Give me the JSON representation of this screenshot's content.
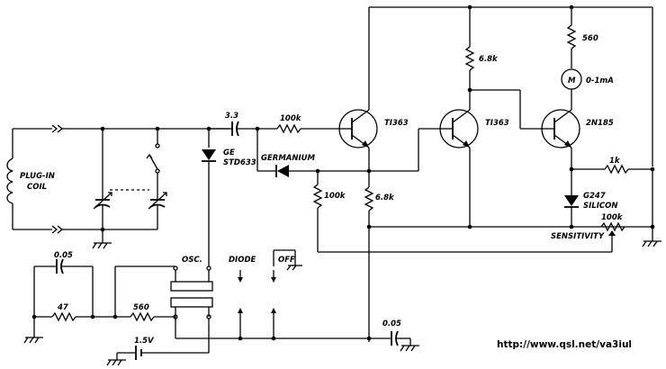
{
  "labels": {
    "coil": "PLUG-IN",
    "coil2": "COIL",
    "cap_main": "3.3",
    "res_input": "100k",
    "diode_top_1": "GE",
    "diode_top_2": "STD633",
    "germanium": "GERMANIUM",
    "res_100k_b": "100k",
    "res_68k_a": "6.8k",
    "res_68k_b": "6.8k",
    "res_560_top": "560",
    "meter_symbol": "M",
    "meter_range": "0-1mA",
    "q1": "TI363",
    "q2": "TI363",
    "q3": "2N185",
    "res_1k": "1k",
    "silicon_1": "G247",
    "silicon_2": "SILICON",
    "pot_value": "100k",
    "sensitivity": "SENSITIVITY",
    "cap_005_left": "0.05",
    "res_47": "47",
    "res_560_bottom": "560",
    "battery": "1.5V",
    "sw_osc": "OSC.",
    "sw_diode": "DIODE",
    "sw_off": "OFF",
    "cap_005_bottom": "0.05",
    "url": "http://www.qsl.net/va3iul"
  }
}
